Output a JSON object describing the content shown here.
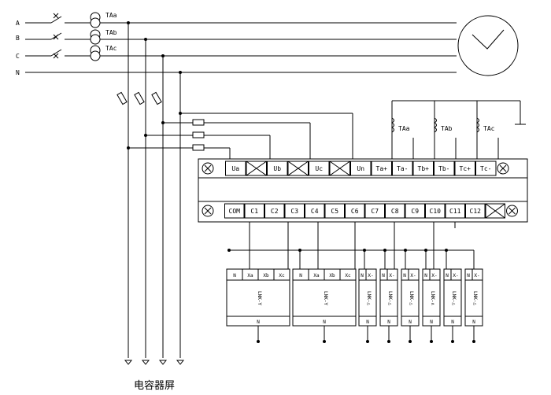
{
  "lines": [
    "A",
    "B",
    "C",
    "N"
  ],
  "cts": [
    "TAa",
    "TAb",
    "TAc"
  ],
  "tb_top": [
    "Ua",
    "Ub",
    "Uc",
    "Un",
    "Ta+",
    "Ta-",
    "Tb+",
    "Tb-",
    "Tc+",
    "Tc-"
  ],
  "tb_bot": [
    "COM",
    "C1",
    "C2",
    "C3",
    "C4",
    "C5",
    "C6",
    "C7",
    "C8",
    "C9",
    "C10",
    "C11",
    "C12"
  ],
  "sensors": [
    "TAa",
    "TAb",
    "TAc"
  ],
  "big_modules": [
    {
      "terms": [
        "N",
        "Xa",
        "Xb",
        "Xc"
      ],
      "model": "LNK-Y",
      "foot": "N"
    },
    {
      "terms": [
        "N",
        "Xa",
        "Xb",
        "Xc"
      ],
      "model": "LNK-Y",
      "foot": "N"
    }
  ],
  "small_modules": [
    {
      "terms": [
        "N",
        "X-"
      ],
      "model": "LNK-△",
      "foot": "N"
    },
    {
      "terms": [
        "N",
        "X-"
      ],
      "model": "LNK-△",
      "foot": "N"
    },
    {
      "terms": [
        "N",
        "X-"
      ],
      "model": "LNK-△",
      "foot": "N"
    },
    {
      "terms": [
        "N",
        "X-"
      ],
      "model": "LNK-∧",
      "foot": "N"
    },
    {
      "terms": [
        "N",
        "X-"
      ],
      "model": "LNK-△",
      "foot": "N"
    },
    {
      "terms": [
        "N",
        "X-"
      ],
      "model": "LNK-△",
      "foot": "N"
    }
  ],
  "footer": "电容器屏"
}
